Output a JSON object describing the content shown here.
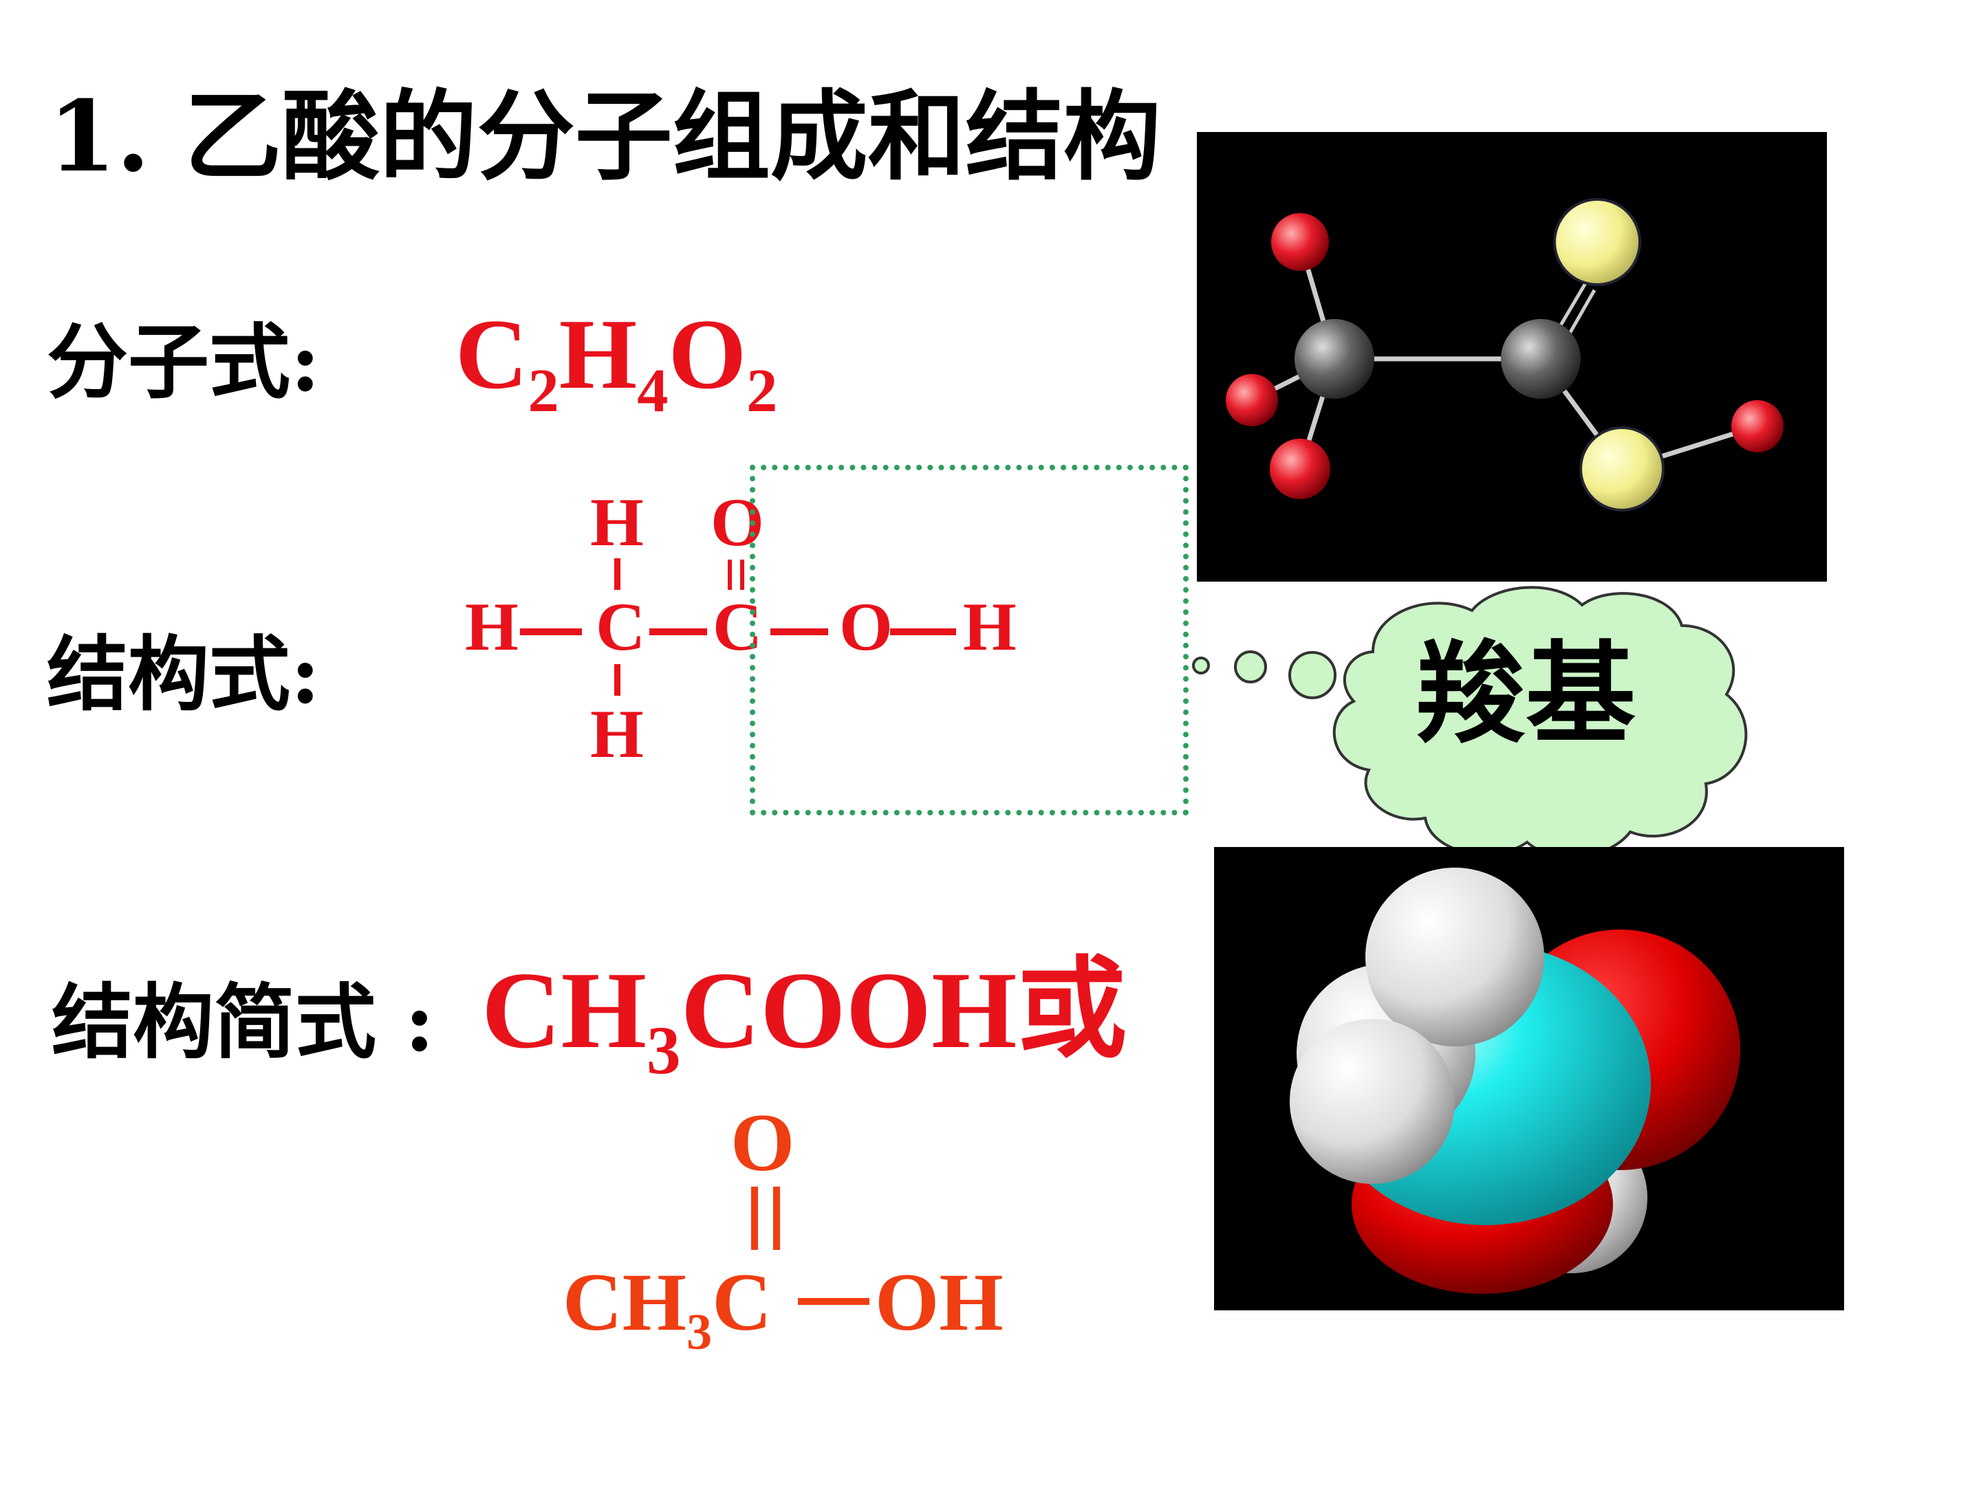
{
  "title": "1. 乙酸的分子组成和结构",
  "molecular_formula": {
    "label": "分子式:",
    "symbols": {
      "c": "C",
      "c_n": "2",
      "h": "H",
      "h_n": "4",
      "o": "O",
      "o_n": "2"
    }
  },
  "structural_formula": {
    "label": "结构式:",
    "atoms": {
      "h_top": "H",
      "o_top": "O",
      "h_left": "H",
      "c1": "C",
      "c2": "C",
      "o_mid": "O",
      "h_right": "H",
      "h_bottom": "H"
    }
  },
  "condensed_formula": {
    "label": "结构简式 :",
    "line1": {
      "ch": "CH",
      "n": "3",
      "rest": "COOH",
      "or": "或"
    },
    "alt": {
      "o_top": "O",
      "ch": "CH",
      "n": "3",
      "c": "C",
      "oh": "OH"
    }
  },
  "callout": {
    "text": "羧基"
  },
  "colors": {
    "formula_red": "#e8121b",
    "condensed_orange": "#ef3e12",
    "cloud_fill": "#ccf5c8",
    "box_dash": "#2f9e5e",
    "carbon": "#555555",
    "hydrogen_ball": "#e8121b",
    "oxygen_ball": "#f2ef8c",
    "spacefill_carbon": "#21e8ec",
    "spacefill_oxygen": "#e00000",
    "spacefill_hydrogen": "#e6e6e6"
  }
}
